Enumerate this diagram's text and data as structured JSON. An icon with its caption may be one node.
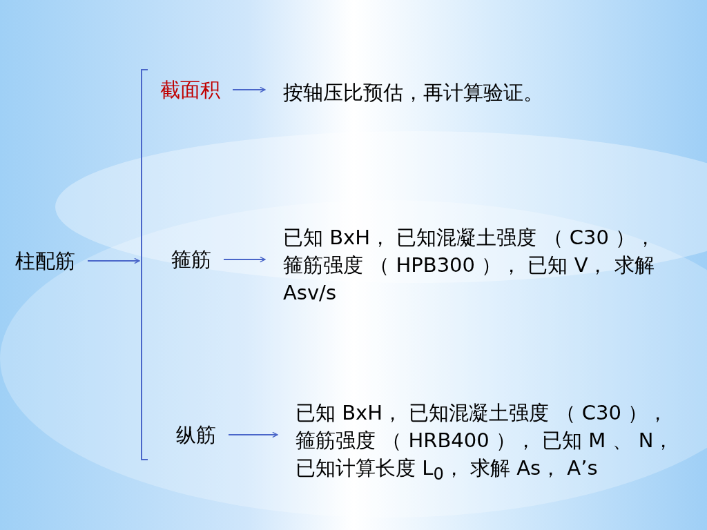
{
  "diagram": {
    "nodes": [
      {
        "text": [
          "柱配筋"
        ]
      },
      {
        "text": [],
        "shape": "bracket"
      },
      {
        "text": [
          "截面积"
        ]
      },
      {
        "text": [
          "按轴压比预估，再计算验证。"
        ]
      },
      {
        "text": [
          "箍筋"
        ]
      },
      {
        "text": [
          "已知 BxH， 已知混凝土强度 （ C30 ），箍筋强度 （ HPB300 ）， 已知 V， 求解 Asv/s"
        ]
      },
      {
        "text": [
          "纵筋"
        ]
      },
      {
        "text": [
          "已知 BxH， 已知混凝土强度 （ C30 ），箍筋强度 （ HRB400 ）， 已知 M 、 N，已知计算长度 L$_{0}$， 求解 As， A’s"
        ]
      }
    ],
    "edges": [
      {
        "from": 0,
        "to": 1,
        "arrow": "to"
      },
      {
        "from": 2,
        "to": 3,
        "arrow": "to"
      },
      {
        "from": 4,
        "to": 5,
        "arrow": "to"
      },
      {
        "from": 6,
        "to": 7,
        "arrow": "to"
      }
    ]
  }
}
